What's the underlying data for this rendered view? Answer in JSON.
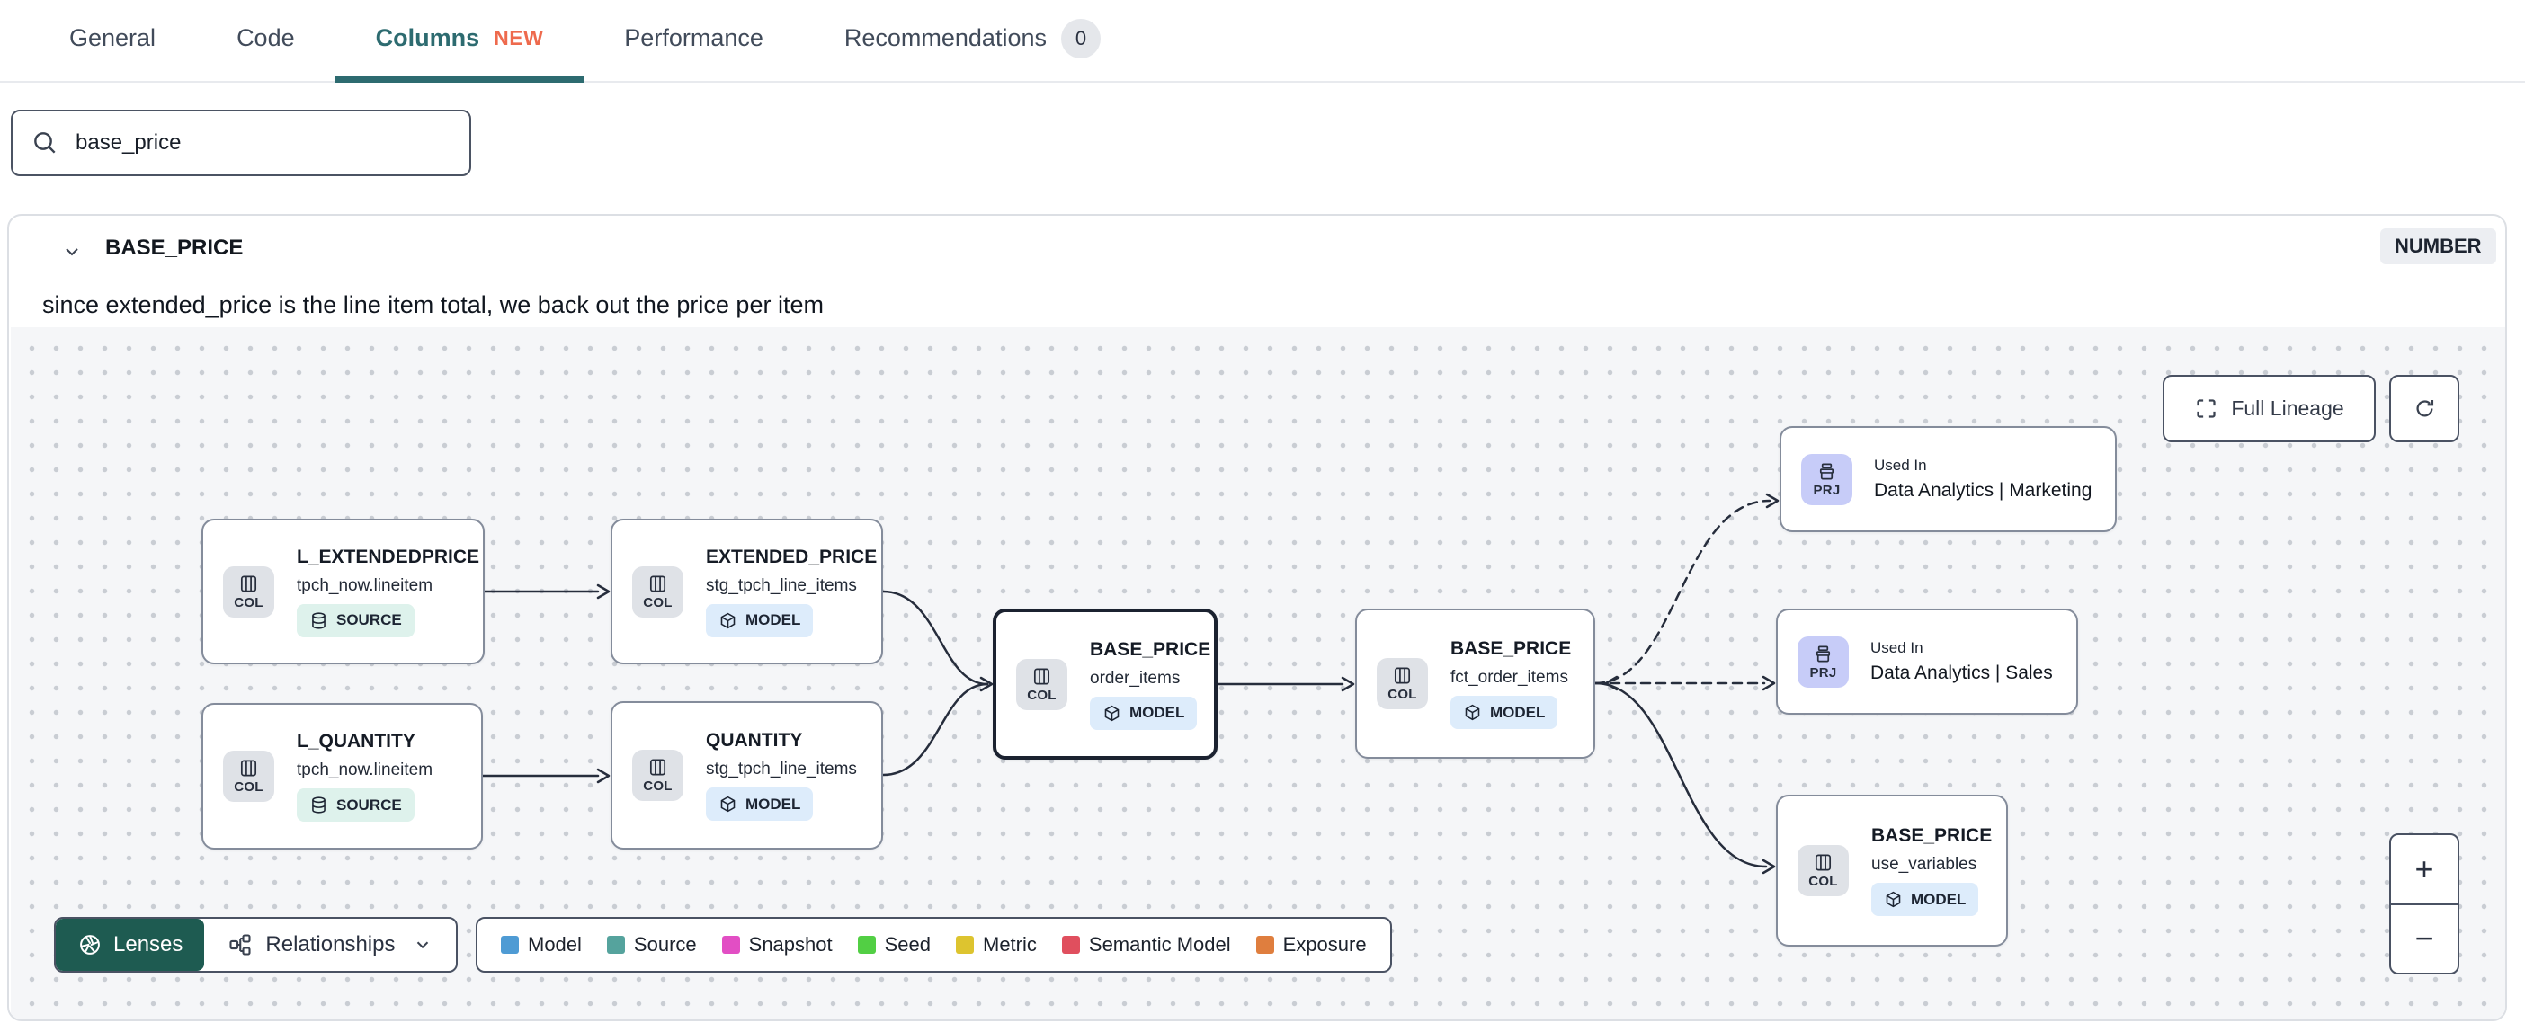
{
  "tabs": {
    "general": "General",
    "code": "Code",
    "columns": "Columns",
    "columns_badge": "NEW",
    "performance": "Performance",
    "recommendations": "Recommendations",
    "recommendations_count": "0"
  },
  "search": {
    "value": "base_price"
  },
  "column": {
    "name": "BASE_PRICE",
    "type": "NUMBER",
    "description": "since extended_price is the line item total, we back out the price per item"
  },
  "lineage": {
    "nodes": [
      {
        "title": "L_EXTENDEDPRICE",
        "subtitle": "tpch_now.lineitem",
        "badge": "SOURCE",
        "chip": "COL"
      },
      {
        "title": "EXTENDED_PRICE",
        "subtitle": "stg_tpch_line_items",
        "badge": "MODEL",
        "chip": "COL"
      },
      {
        "title": "L_QUANTITY",
        "subtitle": "tpch_now.lineitem",
        "badge": "SOURCE",
        "chip": "COL"
      },
      {
        "title": "QUANTITY",
        "subtitle": "stg_tpch_line_items",
        "badge": "MODEL",
        "chip": "COL"
      },
      {
        "title": "BASE_PRICE",
        "subtitle": "order_items",
        "badge": "MODEL",
        "chip": "COL"
      },
      {
        "title": "BASE_PRICE",
        "subtitle": "fct_order_items",
        "badge": "MODEL",
        "chip": "COL"
      },
      {
        "title": "BASE_PRICE",
        "subtitle": "use_variables",
        "badge": "MODEL",
        "chip": "COL"
      }
    ],
    "used_in": [
      {
        "label": "Used In",
        "name": "Data Analytics | Marketing",
        "chip": "PRJ"
      },
      {
        "label": "Used In",
        "name": "Data Analytics | Sales",
        "chip": "PRJ"
      }
    ],
    "controls": {
      "full_lineage": "Full Lineage",
      "zoom_in": "+",
      "zoom_out": "−"
    },
    "footer": {
      "lenses": "Lenses",
      "relationships": "Relationships"
    },
    "legend": [
      {
        "label": "Model",
        "color": "#4e9bd4"
      },
      {
        "label": "Source",
        "color": "#55a39d"
      },
      {
        "label": "Snapshot",
        "color": "#e24ec4"
      },
      {
        "label": "Seed",
        "color": "#52cf44"
      },
      {
        "label": "Metric",
        "color": "#ddc42f"
      },
      {
        "label": "Semantic Model",
        "color": "#e04f5e"
      },
      {
        "label": "Exposure",
        "color": "#df7e3e"
      }
    ]
  },
  "colors": {
    "accent_teal": "#2d6b70",
    "new_orange": "#ee6a4d",
    "lenses_green": "#1e5b51"
  }
}
